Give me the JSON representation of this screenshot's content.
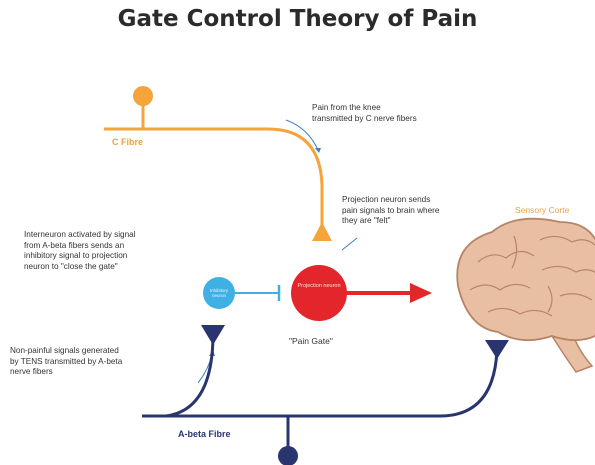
{
  "title": "Gate Control Theory of Pain",
  "labels": {
    "c_fibre": "C Fibre",
    "a_beta_fibre": "A-beta Fibre",
    "sensory_cortex": "Sensory Corte",
    "projection_neuron": "Projection\nneuron",
    "interneuron": "Inhibitory\nneuron",
    "pain_gate": "\"Pain Gate\""
  },
  "annotations": {
    "knee_pain": "Pain from the knee\ntransmitted by C nerve fibers",
    "projection": "Projection neuron sends\npain signals to brain where\nthey are \"felt\"",
    "interneuron": "Interneuron activated by signal\nfrom A-beta fibers sends an\ninhibitory signal to projection\nneuron to \"close the gate\"",
    "tens": "Non-painful signals generated\nby TENS transmitted by A-beta\nnerve fibers"
  },
  "colors": {
    "c_fibre": "#f4a43a",
    "a_beta": "#2a3570",
    "projection_neuron": "#e3262b",
    "interneuron": "#3fb0e3",
    "brain": "#e8bfa3",
    "brain_outline": "#b88467",
    "text": "#333333"
  }
}
